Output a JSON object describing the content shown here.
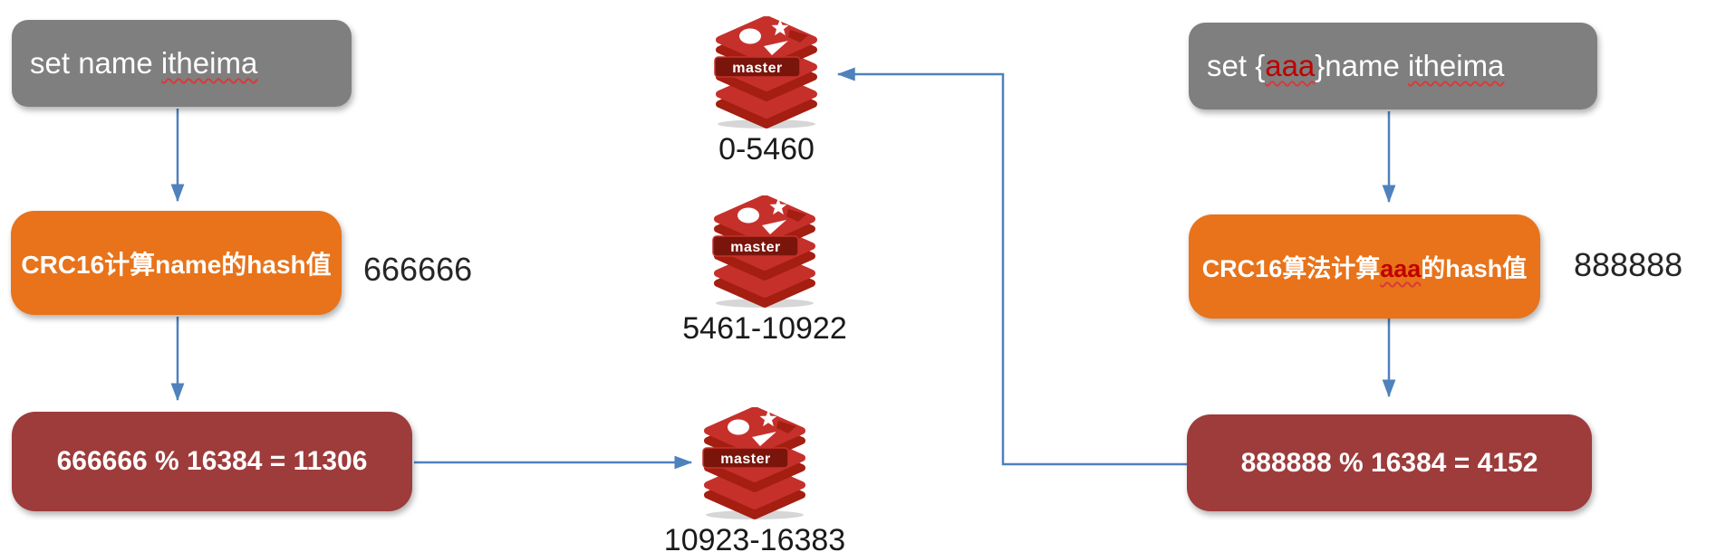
{
  "diagram_title": "redis-cluster-hash-slot-routing",
  "colors": {
    "gray_box": "#7f7f7f",
    "orange_box": "#e8731a",
    "dark_red_box": "#9e3b3b",
    "arrow_blue": "#4f81bd",
    "highlight_red": "#c00000",
    "redis_face_red": "#c6302b",
    "redis_dark_red": "#a41e11",
    "number_text": "#262626"
  },
  "left_flow": {
    "command": {
      "prefix": "set name ",
      "keyword": "itheima"
    },
    "hash_box_label": "CRC16计算name的hash值",
    "hash_value": "666666",
    "mod_box_label": "666666 % 16384 = 11306"
  },
  "right_flow": {
    "command": {
      "prefix": "set {",
      "tag": "aaa",
      "mid": "}name ",
      "keyword": "itheima"
    },
    "hash_box": {
      "prefix": "CRC16算法计算",
      "tag": "aaa",
      "suffix": "的hash值"
    },
    "hash_value": "888888",
    "mod_box_label": "888888 % 16384 = 4152"
  },
  "cluster": {
    "nodes": [
      {
        "role": "master",
        "slots": "0-5460"
      },
      {
        "role": "master",
        "slots": "5461-10922"
      },
      {
        "role": "master",
        "slots": "10923-16383"
      }
    ]
  }
}
